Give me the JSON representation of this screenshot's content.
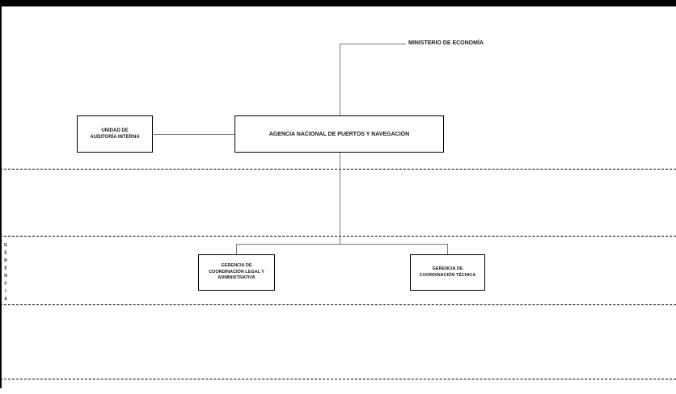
{
  "page": {
    "background_color": "#ffffff",
    "top_bar_color": "#000000",
    "divider_style": "dashed",
    "divider_color": "#000000",
    "connector_color": "#7a7a7a"
  },
  "org_chart": {
    "ministry": {
      "label": "MINISTERIO DE ECONOMÍA"
    },
    "agency": {
      "lines": [
        "AGENCIA NACIONAL DE PUERTOS Y NAVEGACIÓN"
      ]
    },
    "audit_unit": {
      "lines": [
        "UNIDAD DE",
        "AUDITORÍA INTERNA"
      ]
    },
    "legal_admin_management": {
      "lines": [
        "GERENCIA DE",
        "COORDINACIÓN LEGAL Y",
        "ADMINISTRATIVA"
      ]
    },
    "technical_management": {
      "lines": [
        "GERENCIA DE",
        "COORDINACIÓN TÉCNICA"
      ]
    },
    "section_label_vertical": "GERENCIA"
  }
}
